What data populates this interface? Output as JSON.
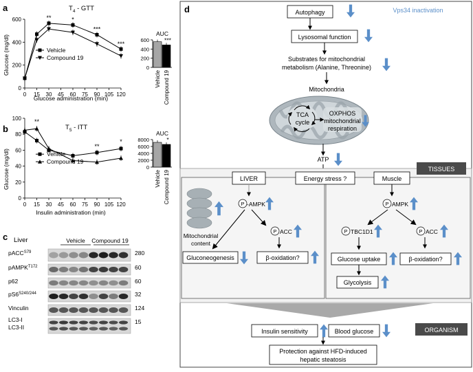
{
  "panel_a": {
    "letter": "a",
    "title": "T",
    "title_sub": "4",
    "title_rest": " - GTT",
    "ylabel": "Glucose (mg/dl)",
    "xlabel": "Glucose administration (min)",
    "yticks": [
      "0",
      "200",
      "400",
      "600"
    ],
    "xticks": [
      "0",
      "15",
      "30",
      "45",
      "60",
      "75",
      "90",
      "105",
      "120"
    ],
    "legend": [
      "Vehicle",
      "Compound 19"
    ],
    "stars": [
      "**",
      "*",
      "***",
      "***"
    ],
    "auc_title": "AUC",
    "auc_yticks": [
      "0",
      "200",
      "400",
      "600"
    ],
    "auc_xlabels": [
      "Vehicle",
      "Compound 19"
    ],
    "auc_star": "***"
  },
  "panel_b": {
    "letter": "b",
    "title": "T",
    "title_sub": "5",
    "title_rest": " - ITT",
    "ylabel": "Glucose (mg/dl)",
    "xlabel": "Insulin administration (min)",
    "yticks": [
      "0",
      "20",
      "40",
      "60",
      "80",
      "100"
    ],
    "xticks": [
      "0",
      "15",
      "30",
      "45",
      "60",
      "75",
      "90",
      "105",
      "120"
    ],
    "legend": [
      "Vehicle",
      "Compound 19"
    ],
    "stars": [
      "**",
      "**",
      "*"
    ],
    "auc_title": "AUC",
    "auc_yticks": [
      "0",
      "2000",
      "4000",
      "6000",
      "8000"
    ],
    "auc_xlabels": [
      "Vehicle",
      "Compound 19"
    ],
    "auc_star": "*"
  },
  "chart_data": [
    {
      "type": "line",
      "title": "T4 - GTT",
      "xlabel": "Glucose administration (min)",
      "ylabel": "Glucose (mg/dl)",
      "x": [
        0,
        15,
        30,
        60,
        90,
        120
      ],
      "ylim": [
        0,
        600
      ],
      "xlim": [
        0,
        120
      ],
      "series": [
        {
          "name": "Vehicle",
          "values": [
            85,
            470,
            565,
            550,
            465,
            340
          ]
        },
        {
          "name": "Compound 19",
          "values": [
            85,
            420,
            515,
            485,
            385,
            280
          ]
        }
      ]
    },
    {
      "type": "bar",
      "title": "AUC",
      "categories": [
        "Vehicle",
        "Compound 19"
      ],
      "values": [
        560,
        490
      ],
      "ylim": [
        0,
        600
      ]
    },
    {
      "type": "line",
      "title": "T5 - ITT",
      "xlabel": "Insulin administration (min)",
      "ylabel": "Glucose (mg/dl)",
      "x": [
        0,
        15,
        30,
        60,
        90,
        120
      ],
      "ylim": [
        0,
        100
      ],
      "xlim": [
        0,
        120
      ],
      "series": [
        {
          "name": "Vehicle",
          "values": [
            83,
            72,
            60,
            53,
            57,
            62
          ]
        },
        {
          "name": "Compound 19",
          "values": [
            85,
            87,
            62,
            47,
            45,
            50
          ]
        }
      ]
    },
    {
      "type": "bar",
      "title": "AUC",
      "categories": [
        "Vehicle",
        "Compound 19"
      ],
      "values": [
        7200,
        6600
      ],
      "ylim": [
        0,
        8000
      ]
    }
  ],
  "panel_c": {
    "letter": "c",
    "tissue": "Liver",
    "groups": [
      "Vehicle",
      "Compound 19"
    ],
    "rows": [
      {
        "label": "pACC",
        "sup": "S79",
        "kda": "280"
      },
      {
        "label": "pAMPK",
        "sup": "T172",
        "kda": "60"
      },
      {
        "label": "p62",
        "sup": "",
        "kda": "60"
      },
      {
        "label": "pS6",
        "sup": "S240/244",
        "kda": "32"
      },
      {
        "label": "Vinculin",
        "sup": "",
        "kda": "124"
      },
      {
        "label": "LC3-I",
        "sup": "",
        "kda": "15"
      },
      {
        "label": "LC3-II",
        "sup": "",
        "kda": ""
      }
    ]
  },
  "panel_d": {
    "letter": "d",
    "vps_label": "Vps34 inactivation",
    "autophagy": "Autophagy",
    "lysosomal": "Lysosomal function",
    "substrates_1": "Substrates for mitochondrial",
    "substrates_2": "metabolism (Alanine, Threonine)",
    "mitochondria": "Mitochondria",
    "tca_1": "TCA",
    "tca_2": "cycle",
    "oxphos_1": "OXPHOS",
    "oxphos_2": "mitochondrial",
    "oxphos_3": "respiration",
    "atp": "ATP",
    "tissues": "TISSUES",
    "energy_stress": "Energy stress ?",
    "liver": "LIVER",
    "muscle": "Muscle",
    "mito_content_1": "Mitochondrial",
    "mito_content_2": "content",
    "p": "P",
    "ampk": "-AMPK",
    "ampk2": "AMPK",
    "acc": "ACC",
    "tbc": "TBC1D1",
    "gluconeogenesis": "Gluconeogenesis",
    "beta_ox": "β-oxidation?",
    "glucose_uptake": "Glucose uptake",
    "glycolysis": "Glycolysis",
    "organism": "ORGANISM",
    "insulin_sens": "Insulin sensitivity",
    "blood_glucose": "Blood glucose",
    "protection_1": "Protection against HFD-induced",
    "protection_2": "hepatic steatosis",
    "colors": {
      "arrow_blue": "#5b8fc9",
      "dark_box": "#4a4a4a",
      "panel_grey": "#f0f0f0"
    }
  }
}
